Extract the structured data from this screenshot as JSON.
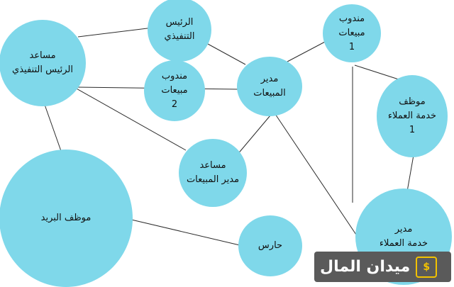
{
  "nodes": {
    "assistant_ceo": "مساعد\nالرئيس التنفيذي",
    "ceo": "الرئيس\nالتنفيذي",
    "sales_rep_1": "مندوب\nمبيعات\n1",
    "sales_rep_2": "مندوب\nمبيعات\n2",
    "sales_manager": "مدير\nالمبيعات",
    "cs_employee_1": "موظف\nخدمة العملاء\n1",
    "assistant_sales_manager": "مساعد\nمدير المبيعات",
    "mail_employee": "موظف البريد",
    "guard": "حارس",
    "cs_manager": "مدير\nخدمة العملاء"
  },
  "colors": {
    "node_fill": "#7fd8ea",
    "edge": "#2b2b2b",
    "logo_bg": "#5a5a5a",
    "logo_accent": "#f2c200"
  },
  "logo": {
    "text": "ميدان المال",
    "mark_icon": "currency-doc-icon"
  }
}
